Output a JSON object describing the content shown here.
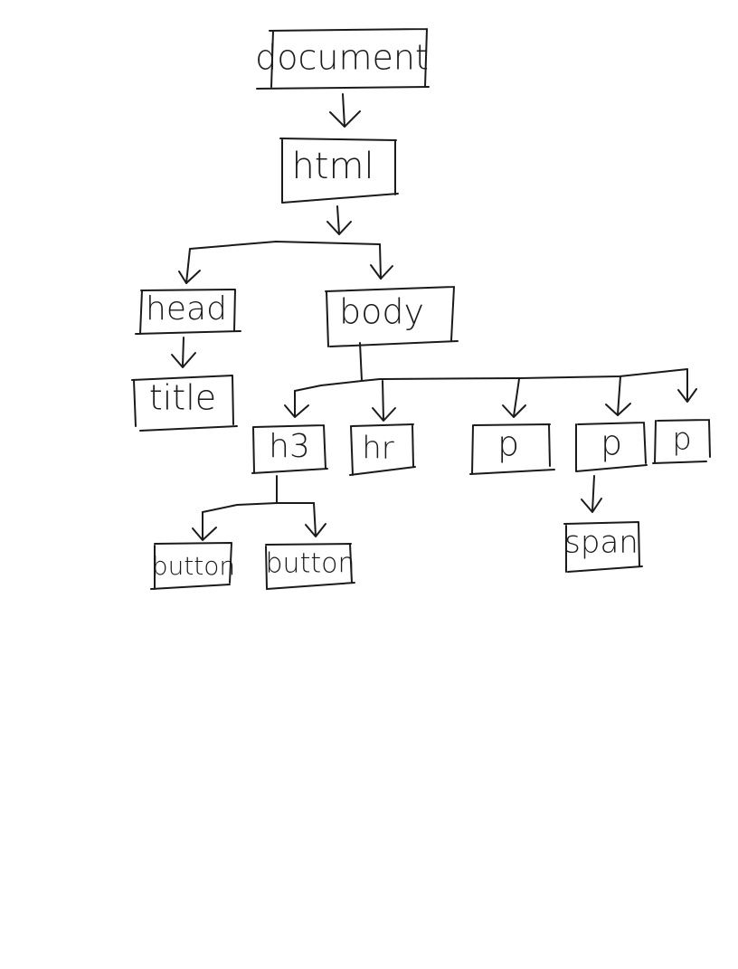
{
  "nodes": {
    "document": "document",
    "html": "html",
    "head": "head",
    "title": "title",
    "body": "body",
    "h3": "h3",
    "hr": "hr",
    "p1": "p",
    "p2": "p",
    "p3": "p",
    "span": "span",
    "button1": "button",
    "button2": "button"
  },
  "ink_color": "#1a1a1a"
}
